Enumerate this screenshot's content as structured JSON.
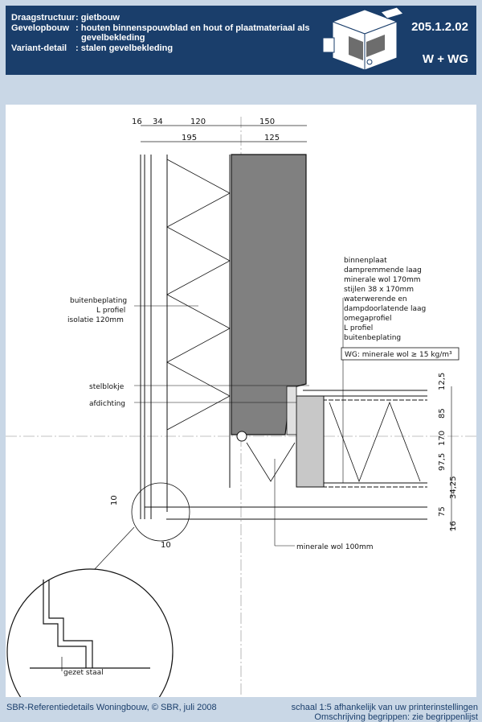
{
  "header": {
    "rows": [
      {
        "label": "Draagstructuur",
        "value": ": gietbouw"
      },
      {
        "label": "Gevelopbouw",
        "value": ": houten binnenspouwblad en hout of plaatmateriaal als"
      },
      {
        "label": "",
        "value": "gevelbekleding"
      },
      {
        "label": "Variant-detail",
        "value": ": stalen gevelbekleding"
      }
    ],
    "code": "205.1.2.02",
    "variant": "W + WG"
  },
  "drawing": {
    "dims_top": [
      "16",
      "34",
      "120",
      "150"
    ],
    "dims_top2": [
      "195",
      "125"
    ],
    "dims_right": [
      "12,5",
      "85",
      "170",
      "97,5",
      "34,25",
      "75",
      "16"
    ],
    "dims_left_10": "10",
    "dims_bottom_10": "10",
    "labels_left": [
      "buitenbeplating",
      "L profiel",
      "isolatie 120mm"
    ],
    "labels_left2": [
      "stelblokje",
      "afdichting"
    ],
    "labels_right": [
      "binnenplaat",
      "dampremmende laag",
      "minerale wol 170mm",
      "stijlen 38 x 170mm",
      "waterwerende en",
      "dampdoorlatende laag",
      "omegaprofiel",
      "L profiel",
      "buitenbeplating"
    ],
    "wg_note": "WG: minerale wol ≥ 15 kg/m³",
    "minerale_wol": "minerale wol 100mm",
    "gezet_staal": "gezet staal"
  },
  "footer": {
    "left": "SBR-Referentiedetails Woningbouw, © SBR, juli 2008",
    "right1": "schaal 1:5 afhankelijk van uw printerinstellingen",
    "right2": "Omschrijving begrippen: zie begrippenlijst"
  },
  "colors": {
    "header_bg": "#1a3e6b",
    "page_bg": "#c9d7e6",
    "concrete": "#808080"
  }
}
